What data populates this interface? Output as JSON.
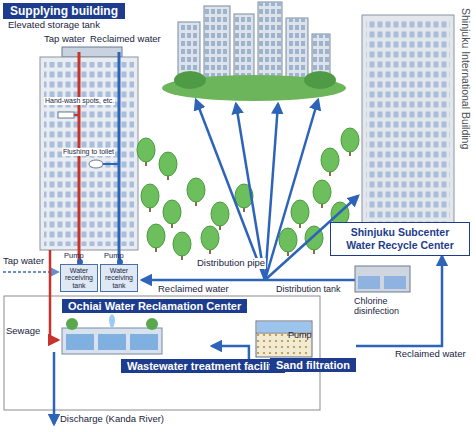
{
  "diagram": {
    "nodes": [
      {
        "text": [
          "Supplying building"
        ]
      },
      {
        "text": [
          "Shinjuku Subcenter Water Recycle Center"
        ]
      },
      {
        "text": [
          "Ochiai Water Reclamation Center"
        ]
      },
      {
        "text": [
          "Wastewater treatment facility"
        ],
        "in": 2
      },
      {
        "text": [
          "Sand filtration"
        ],
        "in": 2
      },
      {
        "text": [
          "Water receiving tank"
        ]
      },
      {
        "text": [
          "Water receiving tank"
        ]
      }
    ],
    "edges": [
      {
        "from": 3,
        "to": 4,
        "arrow": "to"
      },
      {
        "from": 4,
        "to": 1,
        "arrow": "to",
        "label": "Reclaimed water"
      }
    ],
    "labels": [
      "Elevated storage tank",
      "Tap water",
      "Reclaimed water",
      "Hand-wash spots, etc.",
      "Flushing to toilet",
      "Shinjuku International Building",
      "Tap water",
      "Pump",
      "Pump",
      "Distribution pipe",
      "Reclaimed water",
      "Distribution tank",
      "Chlorine disinfection",
      "Sewage",
      "Pump",
      "Discharge (Kanda River)"
    ]
  }
}
